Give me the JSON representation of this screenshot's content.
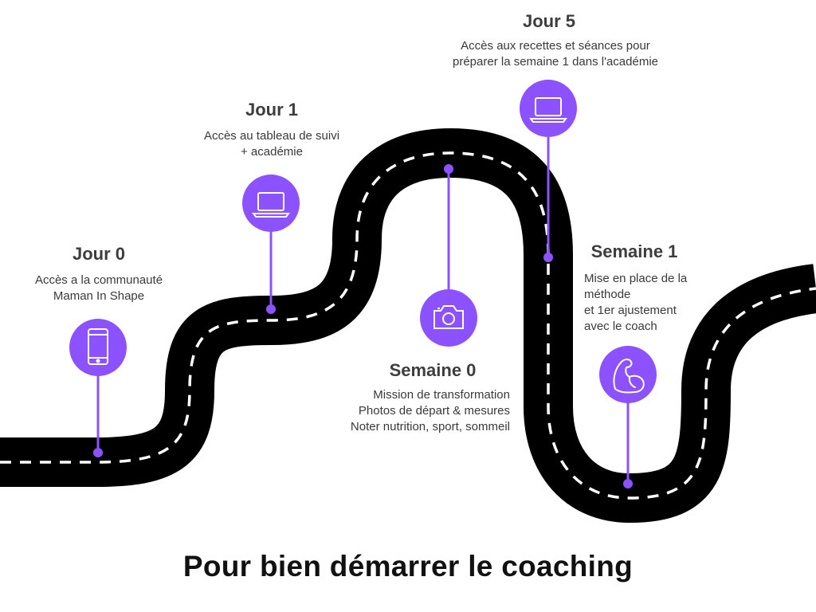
{
  "title": "Pour bien démarrer le coaching",
  "colors": {
    "road": "#000000",
    "road_dash": "#ffffff",
    "accent": "#8c52ff",
    "icon": "#ffffff"
  },
  "milestones": [
    {
      "title": "Jour 0",
      "lines": [
        "Accès a la communauté",
        "Maman In Shape"
      ],
      "icon": "smartphone-icon"
    },
    {
      "title": "Jour 1",
      "lines": [
        "Accès au tableau de suivi",
        "+ académie"
      ],
      "icon": "laptop-icon"
    },
    {
      "title": "Semaine 0",
      "lines": [
        "Mission de transformation",
        "Photos de départ & mesures",
        "Noter nutrition, sport, sommeil"
      ],
      "icon": "camera-icon"
    },
    {
      "title": "Jour 5",
      "lines": [
        "Accès aux recettes et séances pour",
        "préparer la semaine 1 dans l'académie"
      ],
      "icon": "laptop-icon"
    },
    {
      "title": "Semaine 1",
      "lines": [
        "Mise en place de la",
        "méthode",
        "et 1er ajustement",
        "avec le coach"
      ],
      "icon": "flexed-bicep-icon"
    }
  ]
}
